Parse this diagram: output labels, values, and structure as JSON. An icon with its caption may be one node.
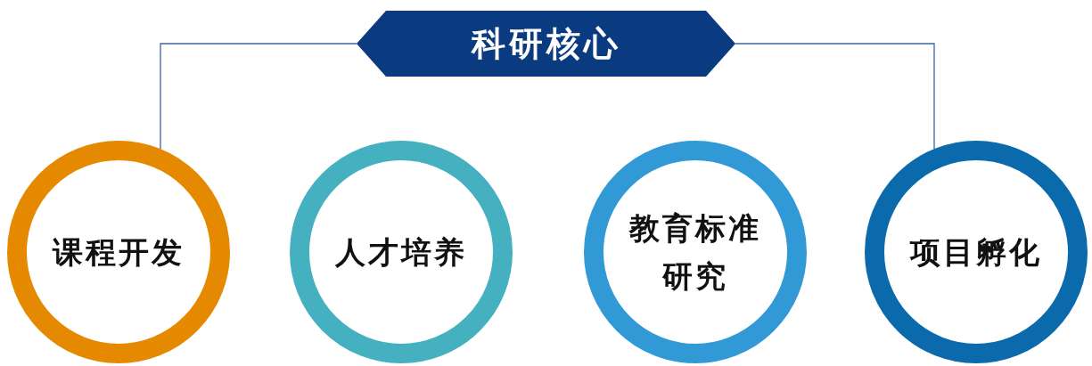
{
  "diagram": {
    "nodes": [
      {
        "text": [
          "科研核心"
        ]
      },
      {
        "text": [
          "课程开发"
        ]
      },
      {
        "text": [
          "人才培养"
        ]
      },
      {
        "text": [
          "教育标准研究"
        ]
      },
      {
        "text": [
          "项目孵化"
        ]
      }
    ],
    "edges": [
      {
        "from": 0,
        "to": 1,
        "arrow": "none"
      },
      {
        "from": 0,
        "to": 4,
        "arrow": "none"
      }
    ]
  }
}
